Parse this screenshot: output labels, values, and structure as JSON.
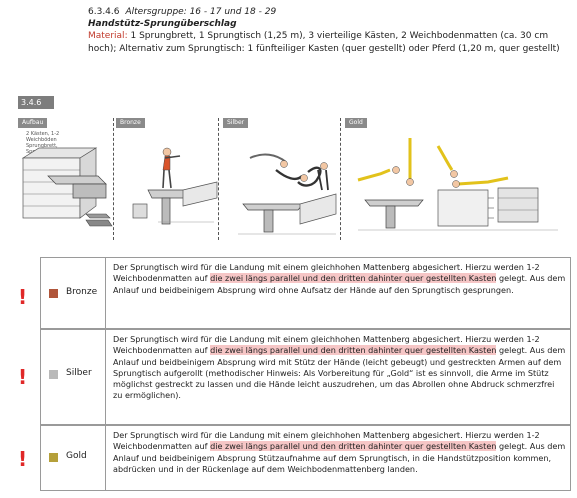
{
  "header": {
    "number": "6.3.4.6",
    "age_group": "Altersgruppe: 16 - 17 und 18 - 29",
    "title": "Handstütz-Sprungüberschlag",
    "material_label": "Material:",
    "material_text": "1 Sprungbrett, 1 Sprungtisch (1,25 m), 3 vierteilige Kästen, 2 Weichbodenmatten (ca. 30 cm hoch); Alternativ zum Sprungtisch: 1 fünfteiliger Kasten (quer gestellt) oder Pferd (1,20 m, quer gestellt)"
  },
  "figure": {
    "tag": "3.4.6",
    "panels": [
      {
        "label": "Aufbau"
      },
      {
        "label": "Bronze"
      },
      {
        "label": "Silber"
      },
      {
        "label": "Gold"
      }
    ],
    "aufbau_note": "2 Kästen, 1-2 Weichböden Sprungbrett, Sprungtisch"
  },
  "levels": [
    {
      "name": "Bronze",
      "color": "#b0553a",
      "text_before": "Der Sprungtisch wird für die Landung mit einem gleichhohen Mattenberg abgesichert. Hierzu werden 1-2 Weichbodenmatten auf ",
      "highlight": "die zwei längs parallel und den dritten dahinter quer gestellten Kasten",
      "text_after": " gelegt. Aus dem Anlauf und beidbeinigem Absprung wird ohne Aufsatz der Hände auf den Sprungtisch gesprungen."
    },
    {
      "name": "Silber",
      "color": "#b9b9b9",
      "text_before": "Der Sprungtisch wird für die Landung mit einem gleichhohen Mattenberg abgesichert. Hierzu werden 1-2 Weichbodenmatten auf ",
      "highlight": "die zwei längs parallel und den dritten dahinter quer gestellten Kasten",
      "text_after": " gelegt. Aus dem Anlauf und beidbeinigem Absprung wird mit Stütz der Hände (leicht gebeugt) und gestreckten Armen auf dem Sprungtisch aufgerollt (methodischer Hinweis: Als Vorbereitung für „Gold“ ist es sinnvoll, die Arme im Stütz möglichst gestreckt zu lassen und die Hände leicht auszudrehen, um das Abrollen ohne Abdruck schmerzfrei zu ermöglichen)."
    },
    {
      "name": "Gold",
      "color": "#b5a03a",
      "text_before": "Der Sprungtisch wird für die Landung mit einem gleichhohen Mattenberg abgesichert. Hierzu werden 1-2 Weichbodenmatten auf ",
      "highlight": "die zwei längs parallel und den dritten dahinter quer gestellten Kasten",
      "text_after": " gelegt. Aus dem Anlauf und beidbeinigem Absprung Stützaufnahme auf dem Sprungtisch, in die Handstützposition kommen, abdrücken und in der Rückenlage auf dem Weichbodenmattenberg landen."
    }
  ],
  "warning_icon": "exclamation-icon"
}
